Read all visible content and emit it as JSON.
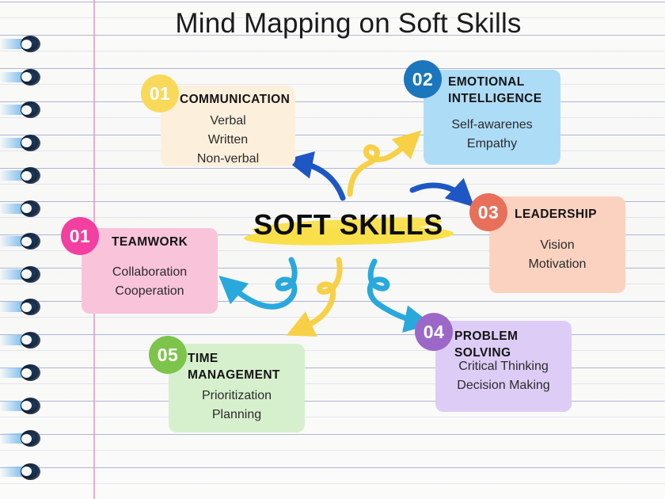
{
  "page": {
    "title": "Mind Mapping on Soft Skills",
    "center_label": "SOFT SKILLS",
    "background": "#fbfbfa",
    "highlight_color": "#f9e04b"
  },
  "cards": [
    {
      "number": "01",
      "title": "COMMUNICATION",
      "items": [
        "Verbal",
        "Written",
        "Non-verbal"
      ],
      "card_color": "#fcf0dc",
      "badge_color": "#f8d959"
    },
    {
      "number": "02",
      "title_lines": [
        "EMOTIONAL",
        "INTELLIGENCE"
      ],
      "title": "EMOTIONAL INTELLIGENCE",
      "items": [
        "Self-awarenes",
        "Empathy"
      ],
      "card_color": "#addcf7",
      "badge_color": "#1b76bc"
    },
    {
      "number": "03",
      "title": "LEADERSHIP",
      "items": [
        "Vision",
        "Motivation"
      ],
      "card_color": "#fbd2c0",
      "badge_color": "#e8705a"
    },
    {
      "number": "04",
      "title": "PROBLEM SOLVING",
      "items": [
        "Critical Thinking",
        "Decision Making"
      ],
      "card_color": "#ddcdf6",
      "badge_color": "#9b68c8"
    },
    {
      "number": "05",
      "title": "TIME MANAGEMENT",
      "items": [
        "Prioritization",
        "Planning"
      ],
      "card_color": "#d6f0cd",
      "badge_color": "#7dc44a"
    },
    {
      "number": "01",
      "title": "TEAMWORK",
      "items": [
        "Collaboration",
        "Cooperation"
      ],
      "card_color": "#f9c4da",
      "badge_color": "#f23fa0"
    }
  ],
  "arrows": [
    {
      "name": "arrow-to-communication",
      "color": "#1e56c4"
    },
    {
      "name": "arrow-to-emotional-intelligence",
      "color": "#f7d046"
    },
    {
      "name": "arrow-to-leadership",
      "color": "#1e56c4"
    },
    {
      "name": "arrow-to-problem-solving",
      "color": "#29a8dc"
    },
    {
      "name": "arrow-to-time-management",
      "color": "#f7d046"
    },
    {
      "name": "arrow-to-teamwork",
      "color": "#29a8dc"
    }
  ],
  "notebook": {
    "ring_count": 14,
    "margin_line_color": "#e296be",
    "rule_line_color": "#828cbe"
  }
}
